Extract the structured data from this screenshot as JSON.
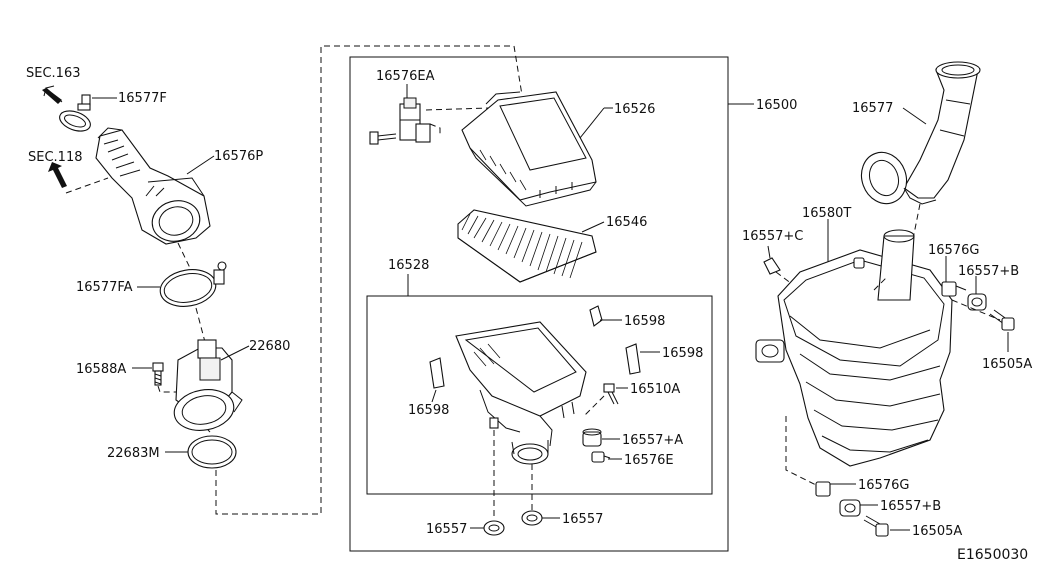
{
  "diagram_code": "E1650030",
  "callouts": {
    "sec163": "SEC.163",
    "sec118": "SEC.118",
    "p16577F": "16577F",
    "p16576P": "16576P",
    "p16577FA": "16577FA",
    "p22680": "22680",
    "p16588A": "16588A",
    "p22683M": "22683M",
    "p16576EA": "16576EA",
    "p16526": "16526",
    "p16500": "16500",
    "p16546": "16546",
    "p16528": "16528",
    "p16598_a": "16598",
    "p16598_b": "16598",
    "p16598_c": "16598",
    "p16510A": "16510A",
    "p16557A": "16557+A",
    "p16576E": "16576E",
    "p16557_a": "16557",
    "p16557_b": "16557",
    "p16577": "16577",
    "p16580T": "16580T",
    "p16557C": "16557+C",
    "p16576G_a": "16576G",
    "p16557B_a": "16557+B",
    "p16505A_a": "16505A",
    "p16576G_b": "16576G",
    "p16557B_b": "16557+B",
    "p16505A_b": "16505A"
  }
}
